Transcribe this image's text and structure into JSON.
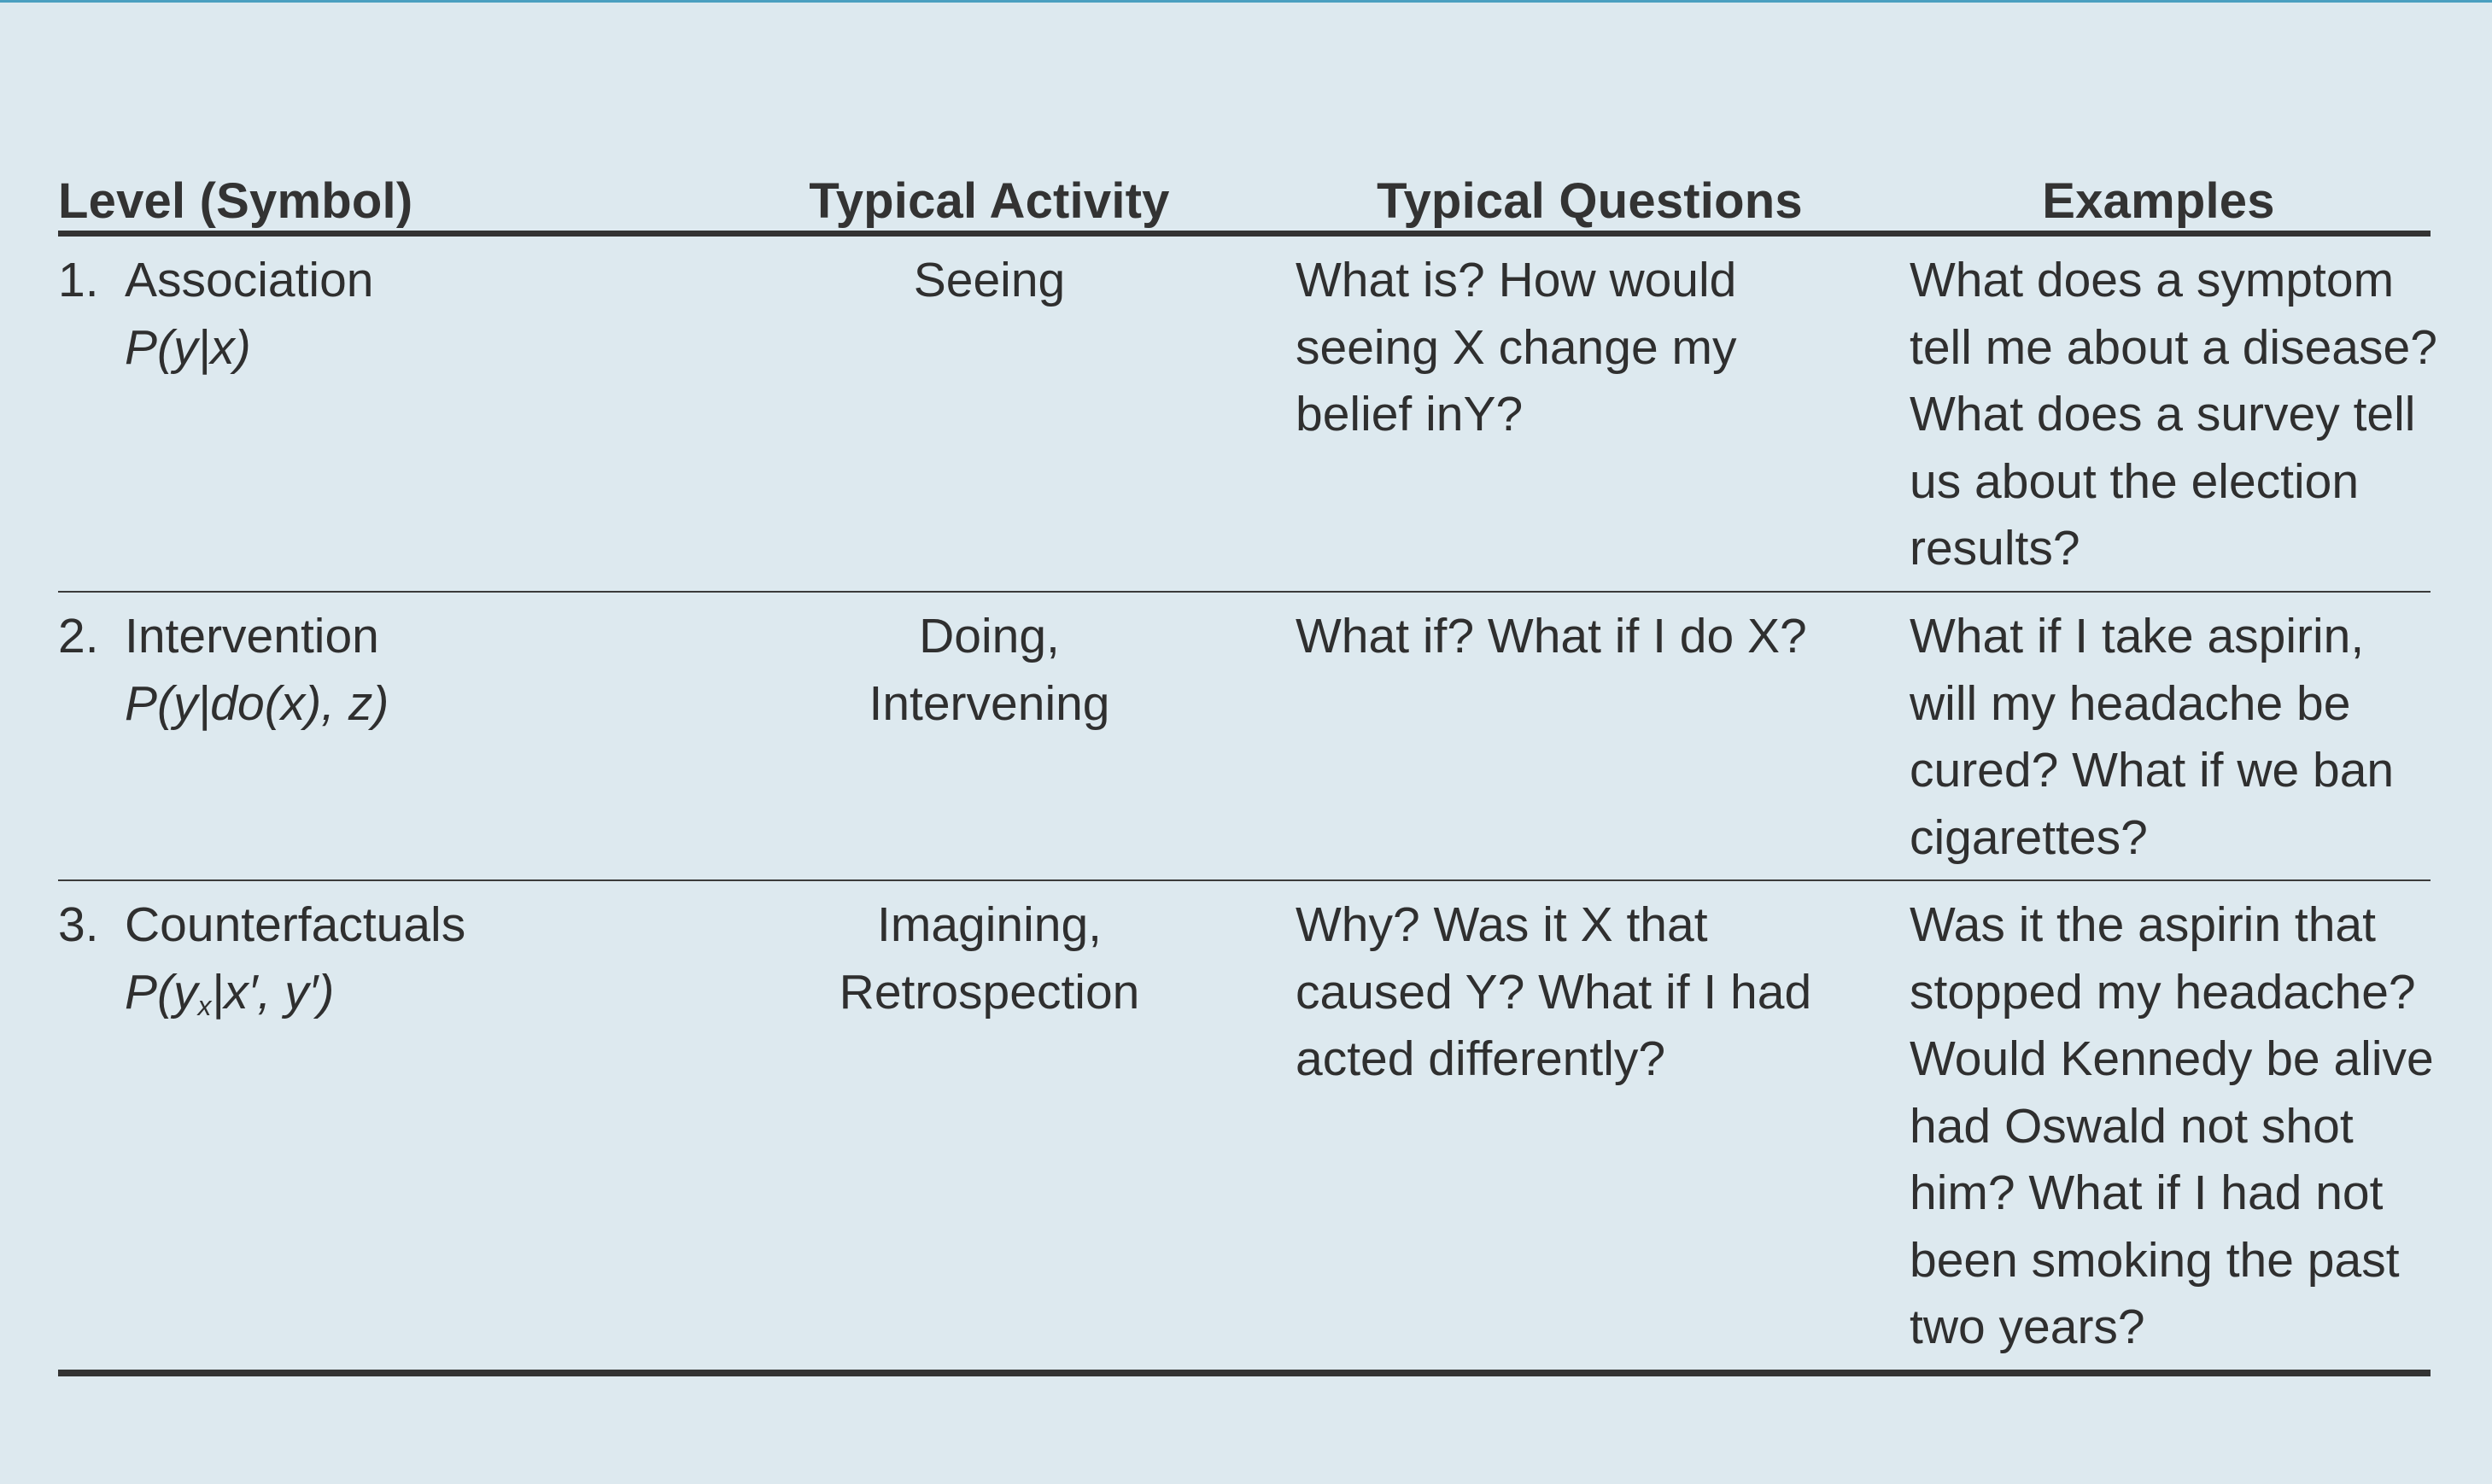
{
  "table": {
    "headers": {
      "level": "Level (Symbol)",
      "activity": "Typical Activity",
      "questions": "Typical Questions",
      "examples": "Examples"
    },
    "rows": [
      {
        "number": "1.",
        "level": "Association",
        "symbol": "P(y|x)",
        "activity": [
          "Seeing"
        ],
        "questions": [
          "What is? How would",
          "seeing X change my",
          "belief inY?"
        ],
        "examples": [
          "What does a symptom",
          "tell me about a disease?",
          "What does a survey tell",
          "us about the election",
          "results?"
        ]
      },
      {
        "number": "2.",
        "level": "Intervention",
        "symbol": "P(y|do(x), z)",
        "activity": [
          "Doing,",
          "Intervening"
        ],
        "questions": [
          "What if? What if I do X?"
        ],
        "examples": [
          "What if I take aspirin,",
          "will my headache be",
          "cured? What if we ban",
          "cigarettes?"
        ]
      },
      {
        "number": "3.",
        "level": "Counterfactuals",
        "symbol_base": "P(y",
        "symbol_sub": "x",
        "symbol_rest": "|x′, y′)",
        "activity": [
          "Imagining,",
          "Retrospection"
        ],
        "questions": [
          "Why? Was it X that",
          "caused Y? What if I had",
          "acted differently?"
        ],
        "examples": [
          "Was it the aspirin that",
          "stopped my headache?",
          "Would Kennedy be alive",
          "had Oswald not shot",
          "him? What if I had not",
          "been smoking the past",
          "two years?"
        ]
      }
    ]
  }
}
